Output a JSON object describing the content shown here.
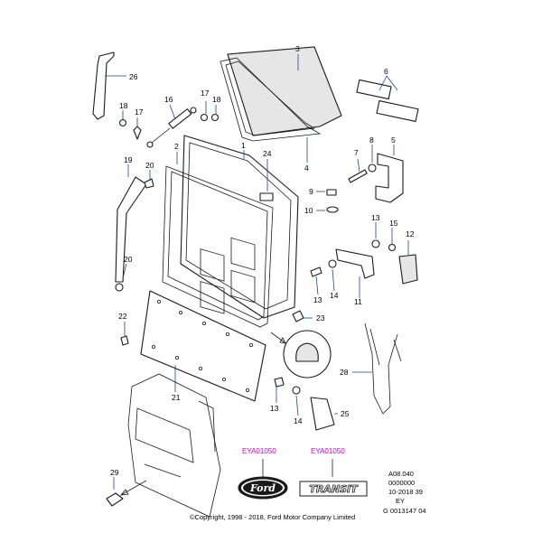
{
  "callouts": [
    "1",
    "2",
    "3",
    "4",
    "5",
    "6",
    "7",
    "8",
    "9",
    "10",
    "11",
    "12",
    "13",
    "13",
    "13",
    "14",
    "14",
    "15",
    "16",
    "17",
    "17",
    "18",
    "18",
    "19",
    "20",
    "20",
    "21",
    "22",
    "23",
    "24",
    "25",
    "26",
    "28",
    "29"
  ],
  "emblems": {
    "ford": {
      "code": "EYA01050",
      "logo_text": "Ford"
    },
    "transit": {
      "code": "EYA01050",
      "logo_text": "TRANSIT"
    }
  },
  "reference": [
    "A08.040",
    "0000000",
    "10-2018 39",
    "EY",
    "G 0013147 04"
  ],
  "copyright": "©Copyright, 1998 - 2018, Ford Motor Company Limited"
}
